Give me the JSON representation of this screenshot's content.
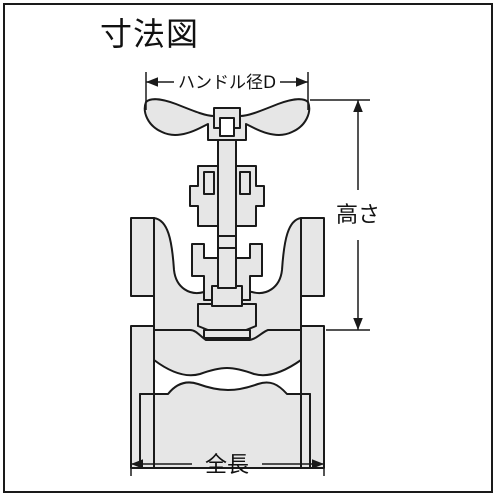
{
  "title": "寸法図",
  "labels": {
    "handle_diameter": "ハンドル径D",
    "height": "高さ",
    "overall_length": "全長"
  },
  "colors": {
    "line": "#1a1a1a",
    "body_fill": "#e6e6e6",
    "background": "#ffffff"
  }
}
